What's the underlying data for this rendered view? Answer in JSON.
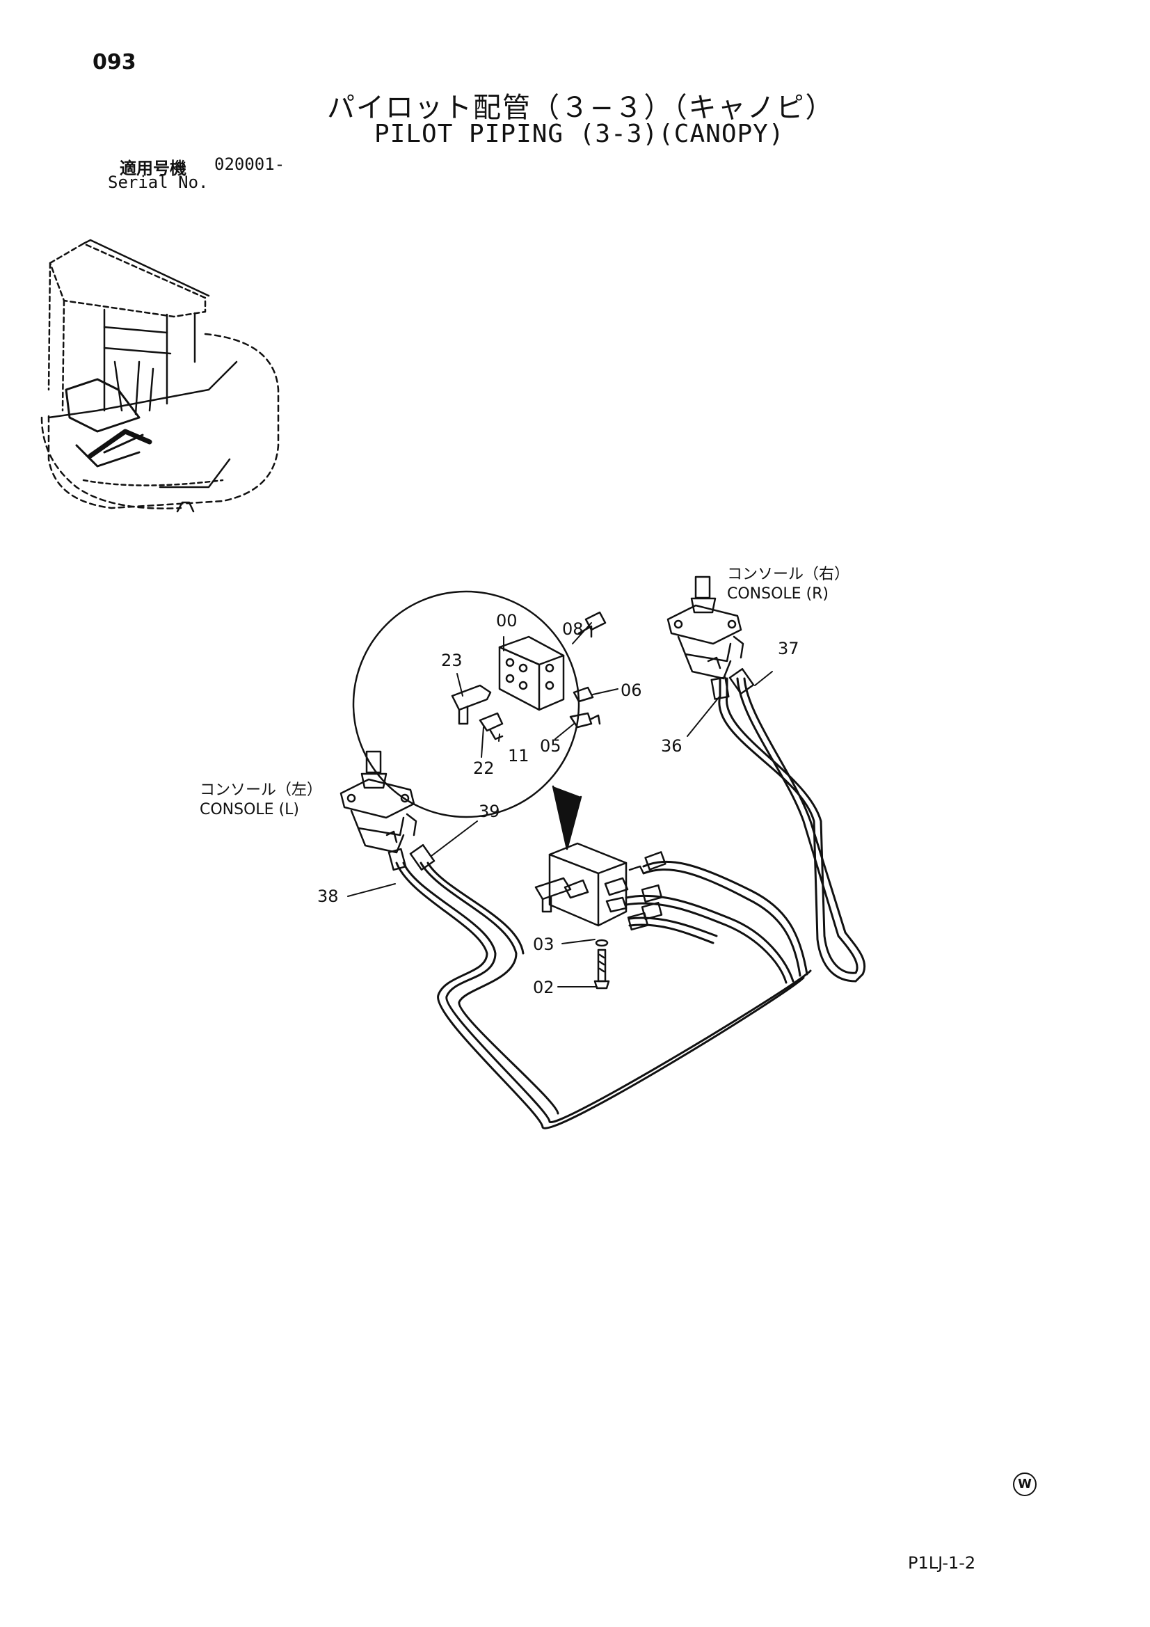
{
  "header": {
    "page_number": "093",
    "title_ja": "パイロット配管（３−３）（キャノピ）",
    "title_en": "PILOT PIPING (3-3)(CANOPY)",
    "serial_label_ja": "適用号機",
    "serial_value": "020001-",
    "serial_label_en": "Serial No."
  },
  "callouts": {
    "c00": "00",
    "c08": "08",
    "c23": "23",
    "c06": "06",
    "c22": "22",
    "c11": "11",
    "c05": "05",
    "c37": "37",
    "c36": "36",
    "c39": "39",
    "c38": "38",
    "c03": "03",
    "c02": "02"
  },
  "consoles": {
    "right_ja": "コンソール（右）",
    "right_en": "CONSOLE (R)",
    "left_ja": "コンソール（左）",
    "left_en": "CONSOLE (L)"
  },
  "footer": {
    "watermark": "W",
    "drawing_code": "P1LJ-1-2"
  }
}
